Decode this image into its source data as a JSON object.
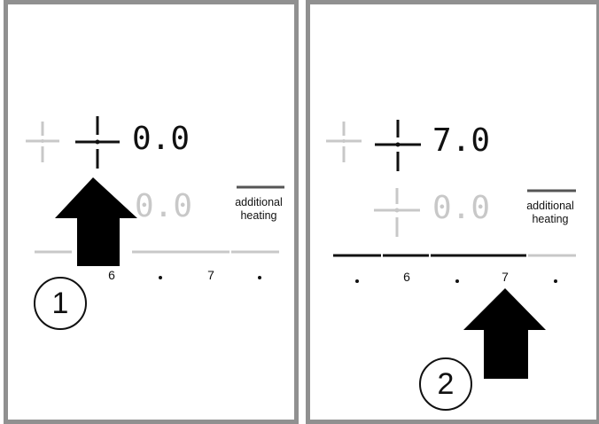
{
  "colors": {
    "active": "#111111",
    "inactive": "#c8c8c8",
    "frame": "#909090",
    "label_bar": "#555555"
  },
  "panels": [
    {
      "id": "left",
      "active_temp": "0.0",
      "secondary_temp": "0.0",
      "additional_label_line1": "additional",
      "additional_label_line2": "heating",
      "scale_ticks": [
        "6",
        "7"
      ],
      "callout_number": "1"
    },
    {
      "id": "right",
      "active_temp": "7.0",
      "secondary_temp": "0.0",
      "additional_label_line1": "additional",
      "additional_label_line2": "heating",
      "scale_ticks": [
        "6",
        "7"
      ],
      "callout_number": "2"
    }
  ]
}
